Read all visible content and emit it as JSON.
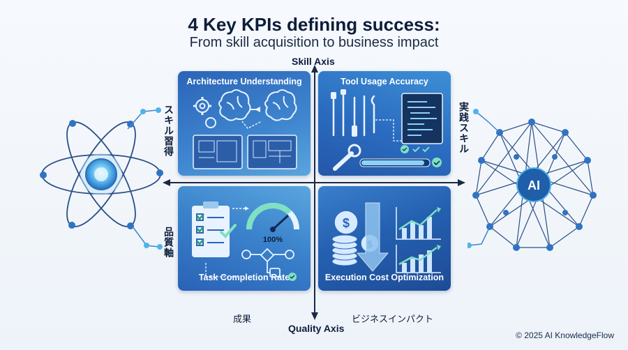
{
  "header": {
    "title": "4 Key KPIs defining success:",
    "subtitle": "From skill acquisition to business impact"
  },
  "axes": {
    "top": "Skill Axis",
    "bottom": "Quality Axis"
  },
  "side_labels": {
    "upper_left": "スキル習得",
    "upper_right": "実践スキル",
    "lower_left": "品質軸",
    "bottom_left": "成果",
    "bottom_right": "ビジネスインパクト"
  },
  "quadrants": {
    "top_left": {
      "title": "Architecture Understanding"
    },
    "top_right": {
      "title": "Tool Usage Accuracy"
    },
    "bottom_left": {
      "title": "Task Completion Rate",
      "gauge_value": "100%"
    },
    "bottom_right": {
      "title": "Execution Cost Optimization"
    }
  },
  "ai_node": {
    "label": "AI"
  },
  "footer": {
    "copyright": "© 2025 AI KnowledgeFlow"
  },
  "colors": {
    "primary_blue": "#2b6cc0",
    "light_blue": "#5aa6de",
    "accent_cyan": "#4fb3ea",
    "dark_navy": "#0d1d3a",
    "success_green": "#7fe0c2"
  }
}
